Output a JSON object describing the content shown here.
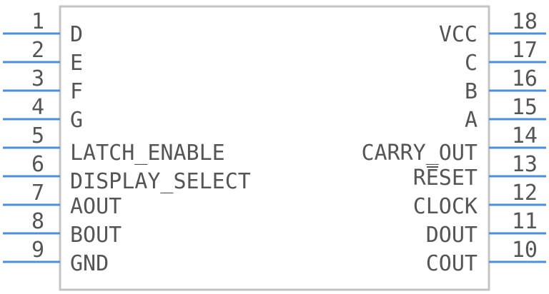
{
  "component": {
    "colors": {
      "pin": "#4a8fe0",
      "body_outline": "#c4c4c4",
      "text": "#555555",
      "background": "#ffffff"
    },
    "left_pins": [
      {
        "number": "1",
        "label": "D"
      },
      {
        "number": "2",
        "label": "E"
      },
      {
        "number": "3",
        "label": "F"
      },
      {
        "number": "4",
        "label": "G"
      },
      {
        "number": "5",
        "label": "LATCH_ENABLE"
      },
      {
        "number": "6",
        "label": "DISPLAY_SELECT"
      },
      {
        "number": "7",
        "label": "AOUT"
      },
      {
        "number": "8",
        "label": "BOUT"
      },
      {
        "number": "9",
        "label": "GND"
      }
    ],
    "right_pins": [
      {
        "number": "18",
        "label": "VCC"
      },
      {
        "number": "17",
        "label": "C"
      },
      {
        "number": "16",
        "label": "B"
      },
      {
        "number": "15",
        "label": "A"
      },
      {
        "number": "14",
        "label": "CARRY_OUT"
      },
      {
        "number": "13",
        "label": "RESET",
        "overbar": "E"
      },
      {
        "number": "12",
        "label": "CLOCK"
      },
      {
        "number": "11",
        "label": "DOUT"
      },
      {
        "number": "10",
        "label": "COUT"
      }
    ]
  }
}
